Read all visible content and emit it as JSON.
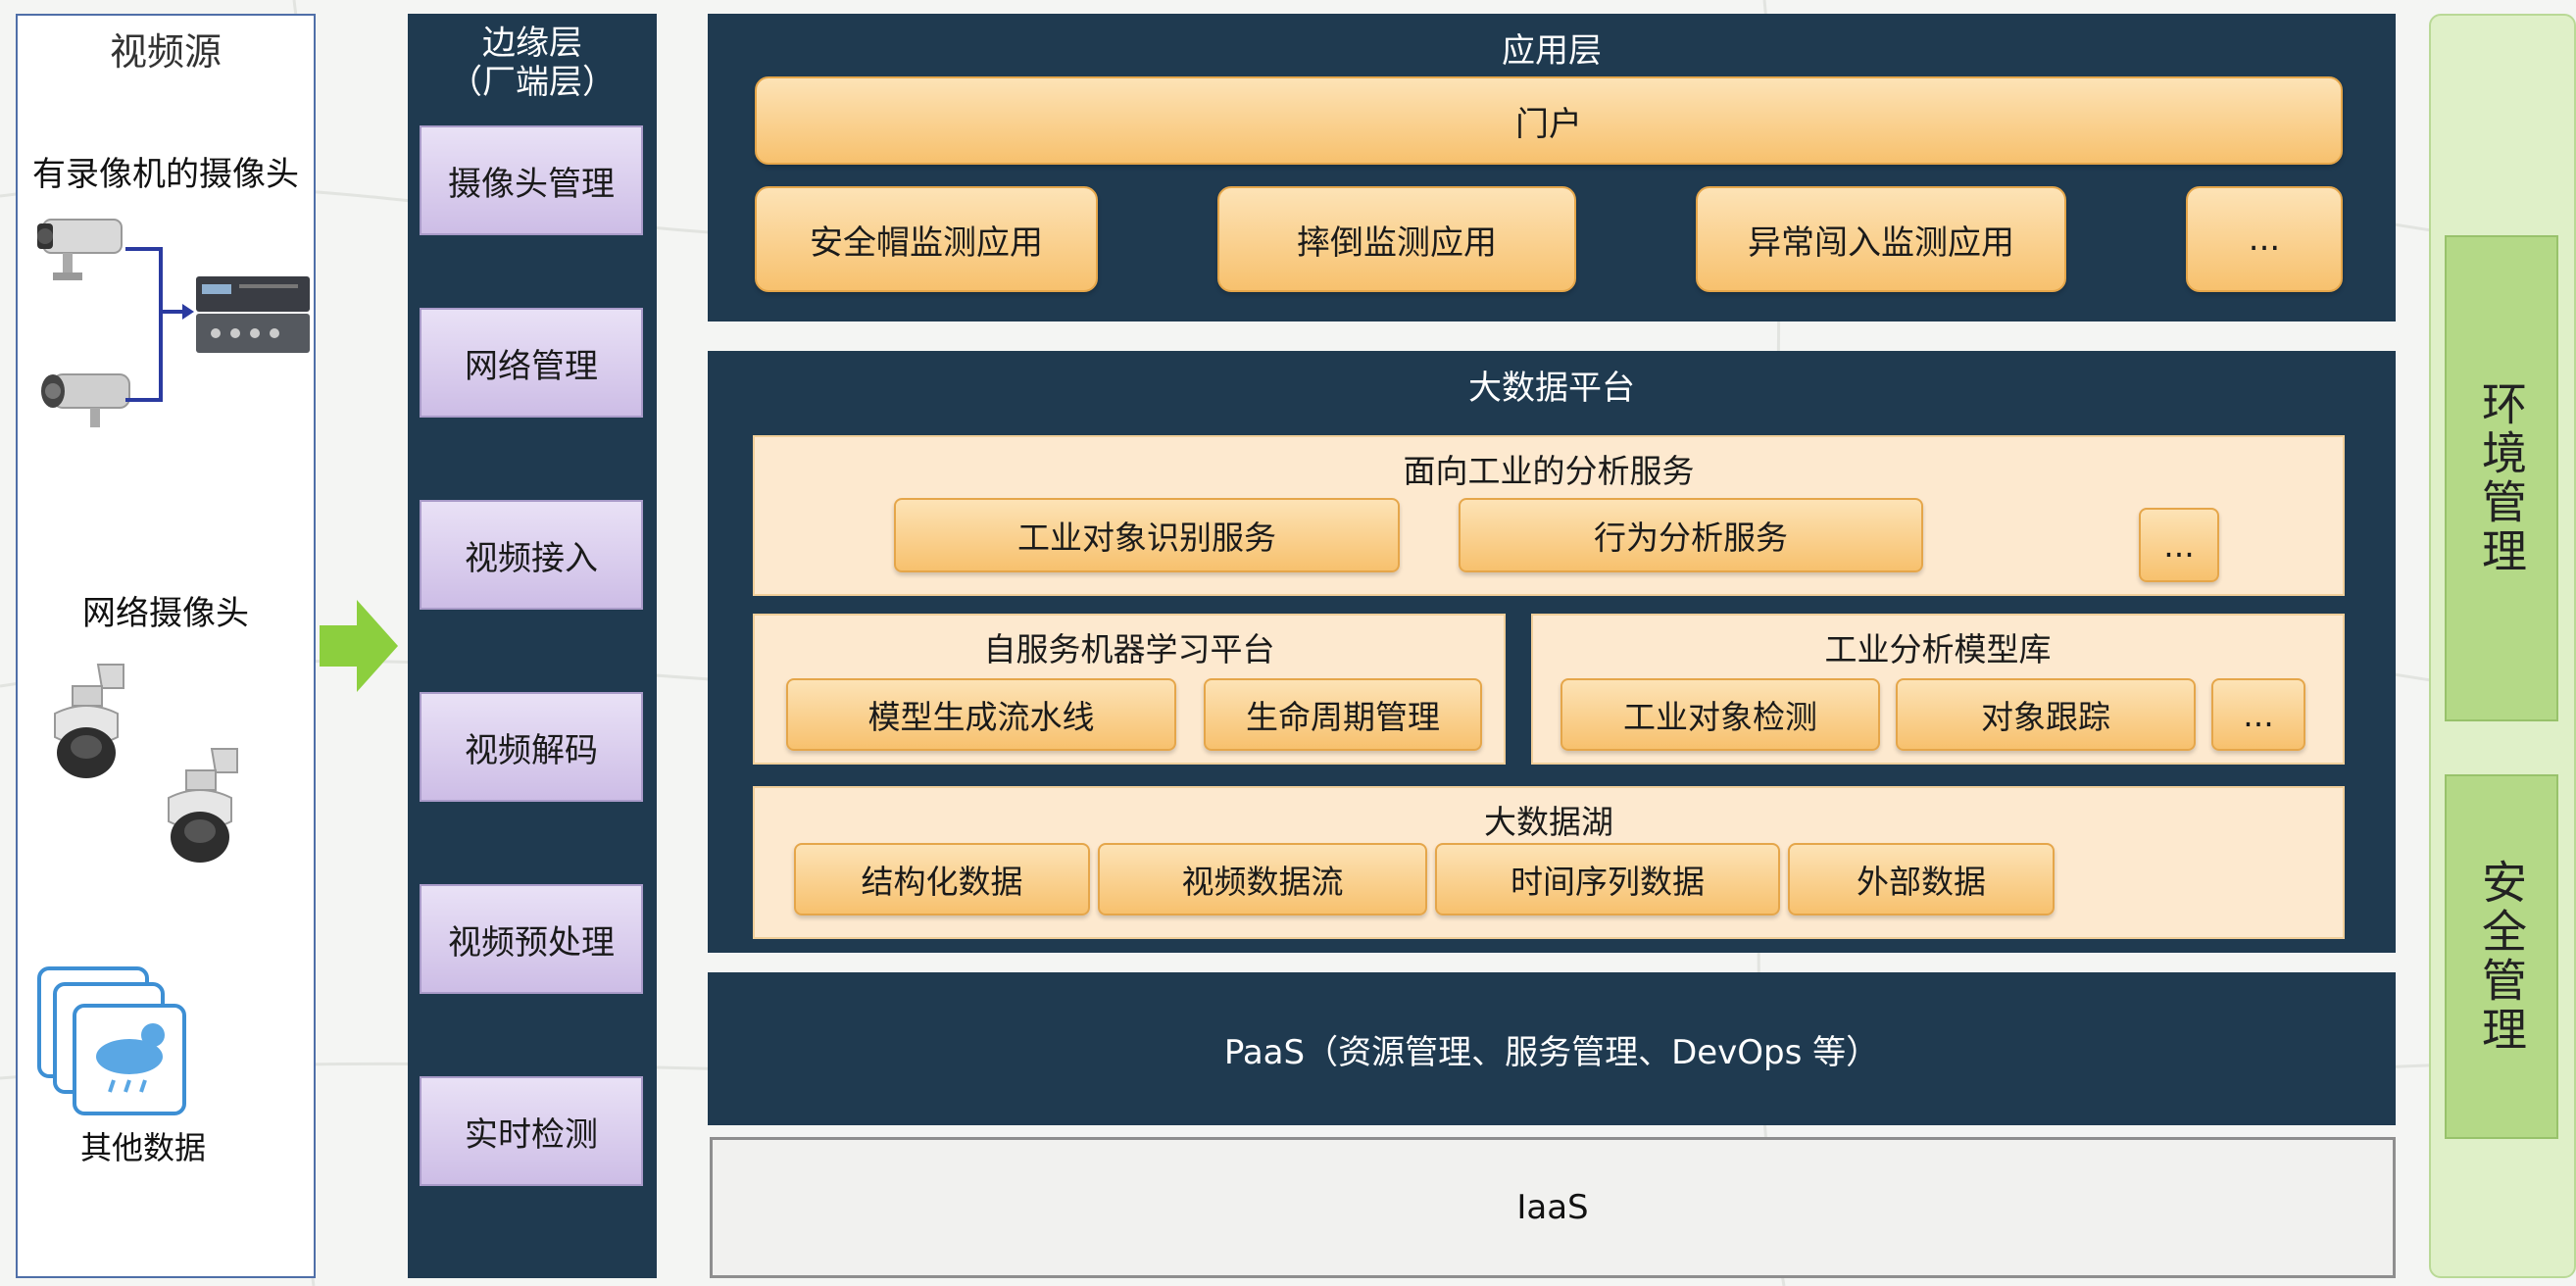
{
  "video_source": {
    "title": "视频源",
    "recorder_camera_label": "有录像机的摄像头",
    "network_camera_label": "网络摄像头",
    "other_data_label": "其他数据"
  },
  "edge_layer": {
    "title_line1": "边缘层",
    "title_line2": "（厂端层）",
    "items": [
      "摄像头管理",
      "网络管理",
      "视频接入",
      "视频解码",
      "视频预处理",
      "实时检测"
    ]
  },
  "application_layer": {
    "title": "应用层",
    "portal": "门户",
    "apps": [
      "安全帽监测应用",
      "摔倒监测应用",
      "异常闯入监测应用",
      "..."
    ]
  },
  "big_data_platform": {
    "title": "大数据平台",
    "industrial_analysis": {
      "title": "面向工业的分析服务",
      "items": [
        "工业对象识别服务",
        "行为分析服务",
        "..."
      ]
    },
    "ml_platform": {
      "title": "自服务机器学习平台",
      "items": [
        "模型生成流水线",
        "生命周期管理"
      ]
    },
    "model_library": {
      "title": "工业分析模型库",
      "items": [
        "工业对象检测",
        "对象跟踪",
        "..."
      ]
    },
    "data_lake": {
      "title": "大数据湖",
      "items": [
        "结构化数据",
        "视频数据流",
        "时间序列数据",
        "外部数据"
      ]
    }
  },
  "paas": {
    "label": "PaaS（资源管理、服务管理、DevOps 等）"
  },
  "iaas": {
    "label": "IaaS"
  },
  "side_management": {
    "environment": "环境管理",
    "security": "安全管理"
  },
  "colors": {
    "dark_panel": "#1f3a50",
    "orange_box": "#f7c16e",
    "cream_box": "#fde9cf",
    "lavender_box": "#d9cdee",
    "green_arrow": "#8ccf3e",
    "green_side": "#b4d987",
    "connector": "#2a3aa0"
  }
}
